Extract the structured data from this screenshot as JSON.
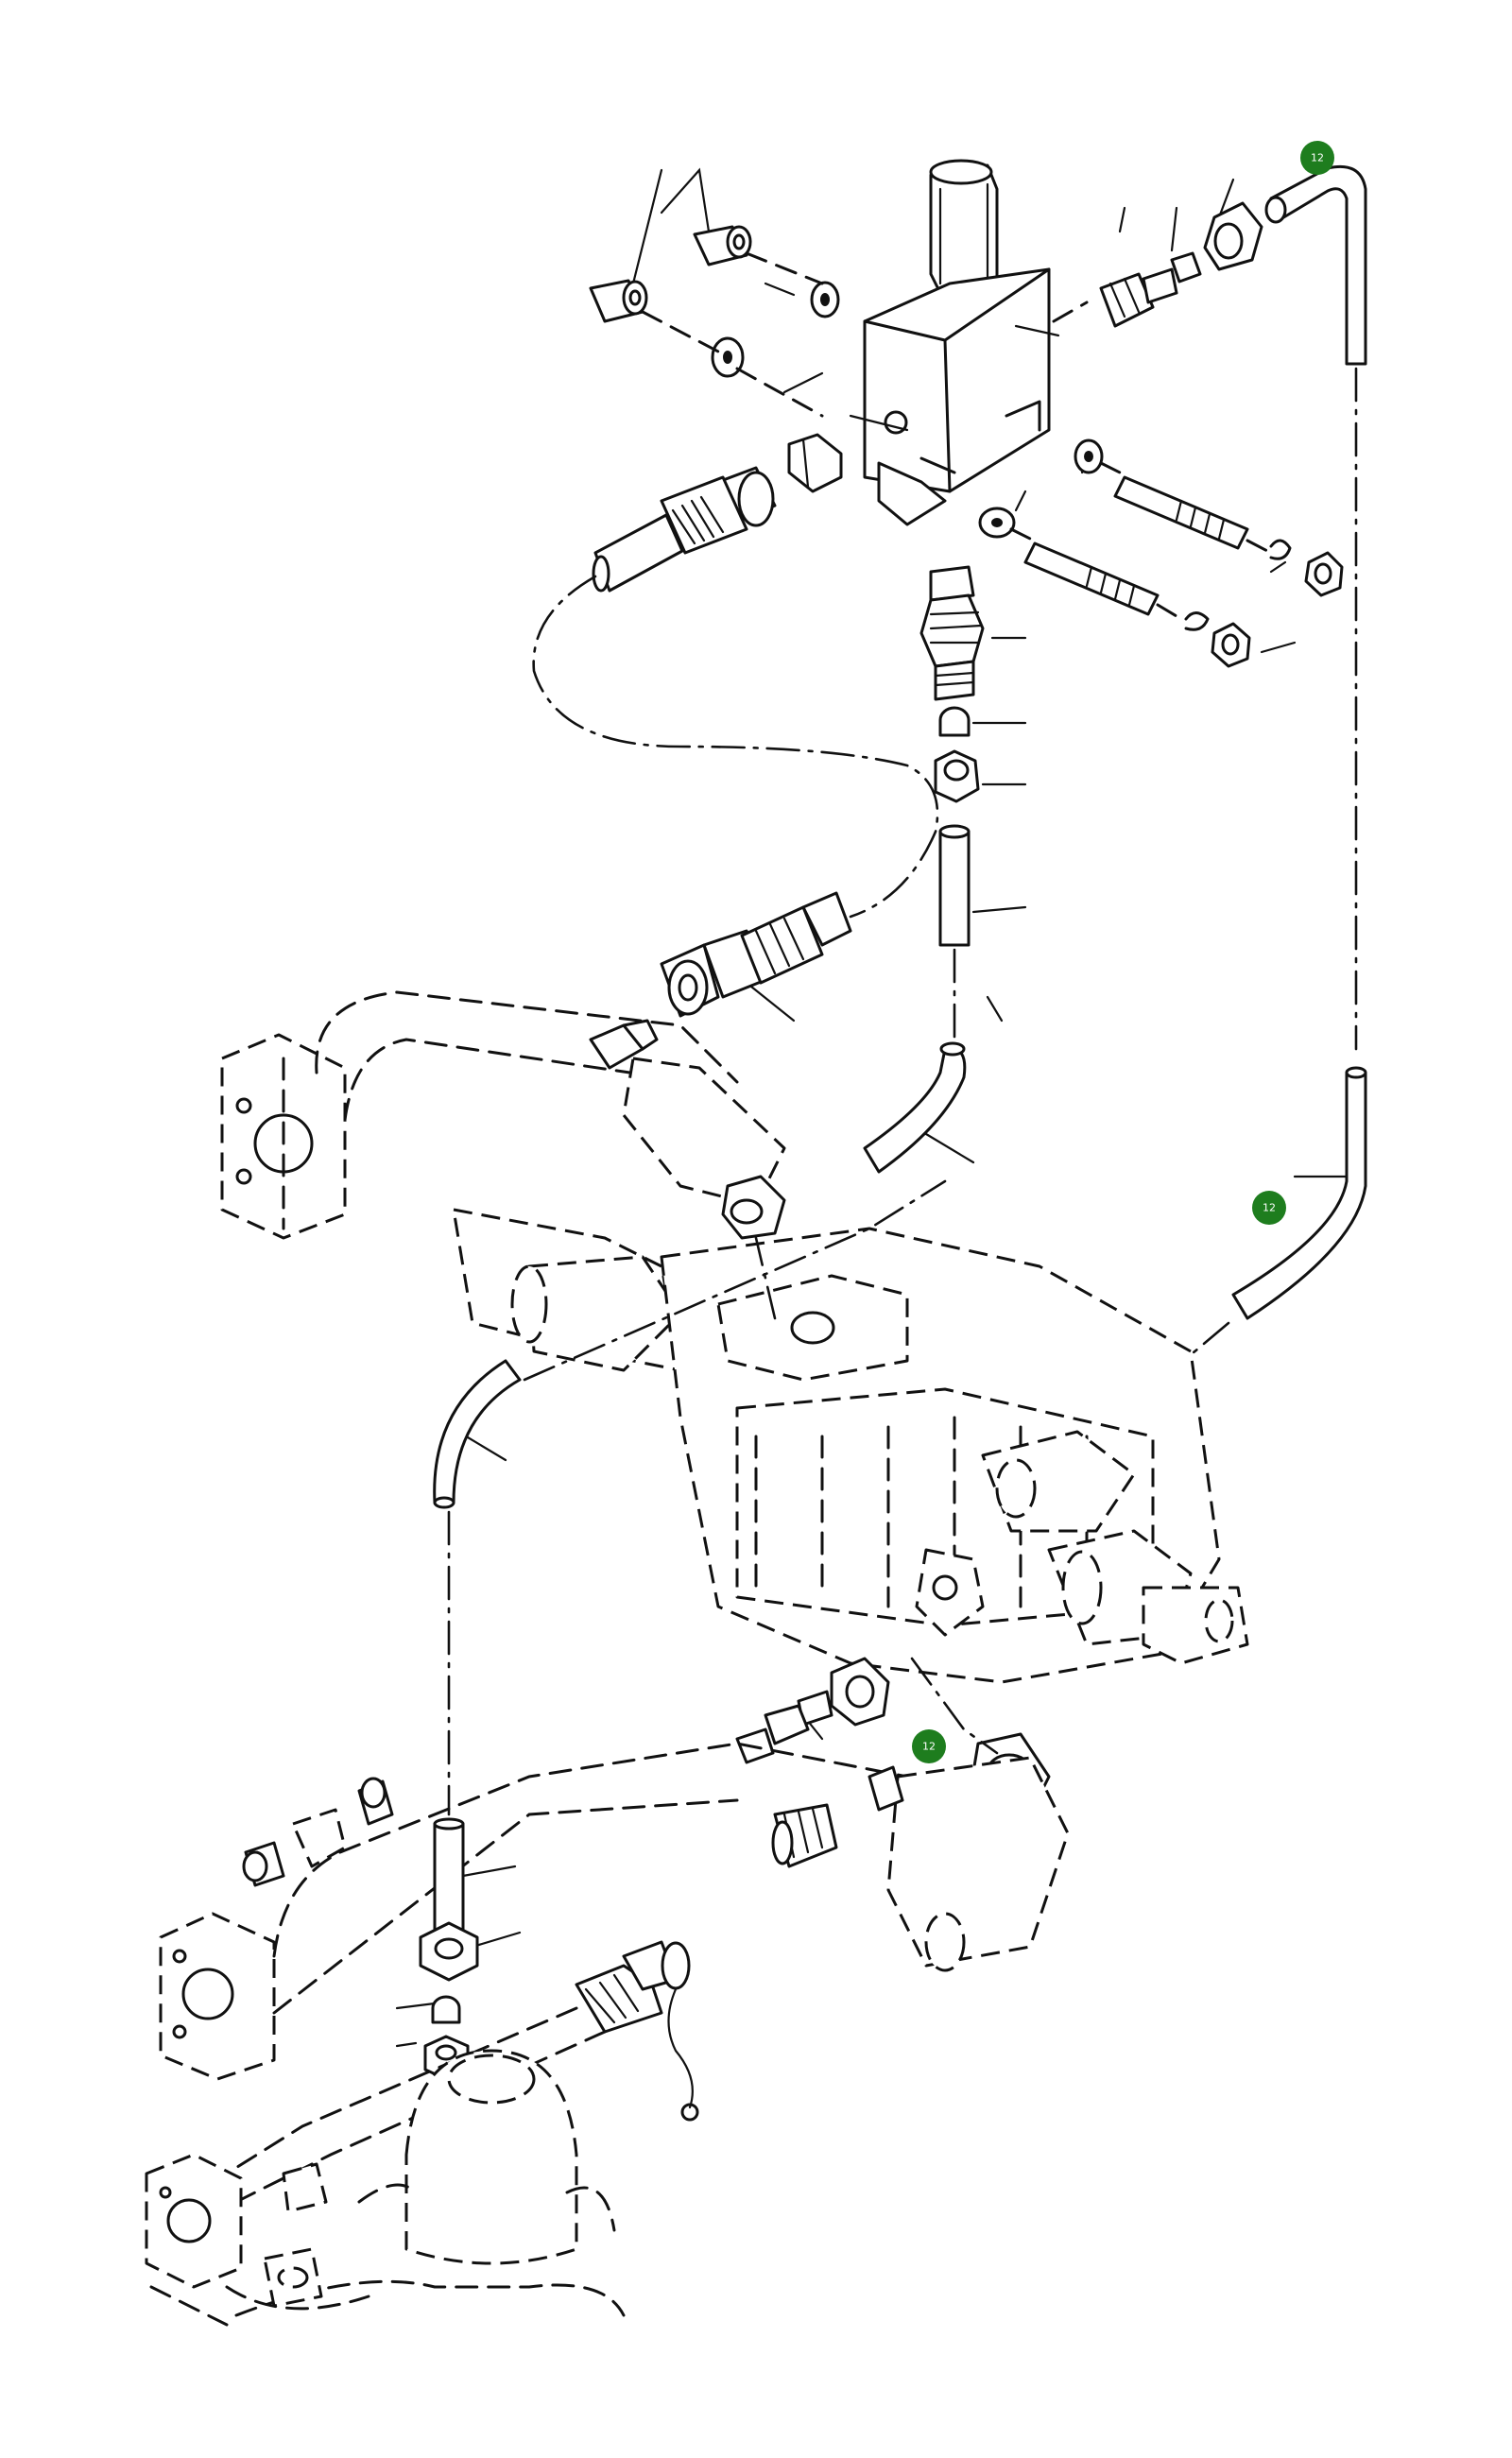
{
  "markers": [
    {
      "id": "marker-top",
      "label": "12"
    },
    {
      "id": "marker-right",
      "label": "12"
    },
    {
      "id": "marker-bottom",
      "label": "12"
    }
  ],
  "colors": {
    "marker_fill": "#1e7d1e",
    "line": "#111111",
    "background": "#ffffff"
  }
}
